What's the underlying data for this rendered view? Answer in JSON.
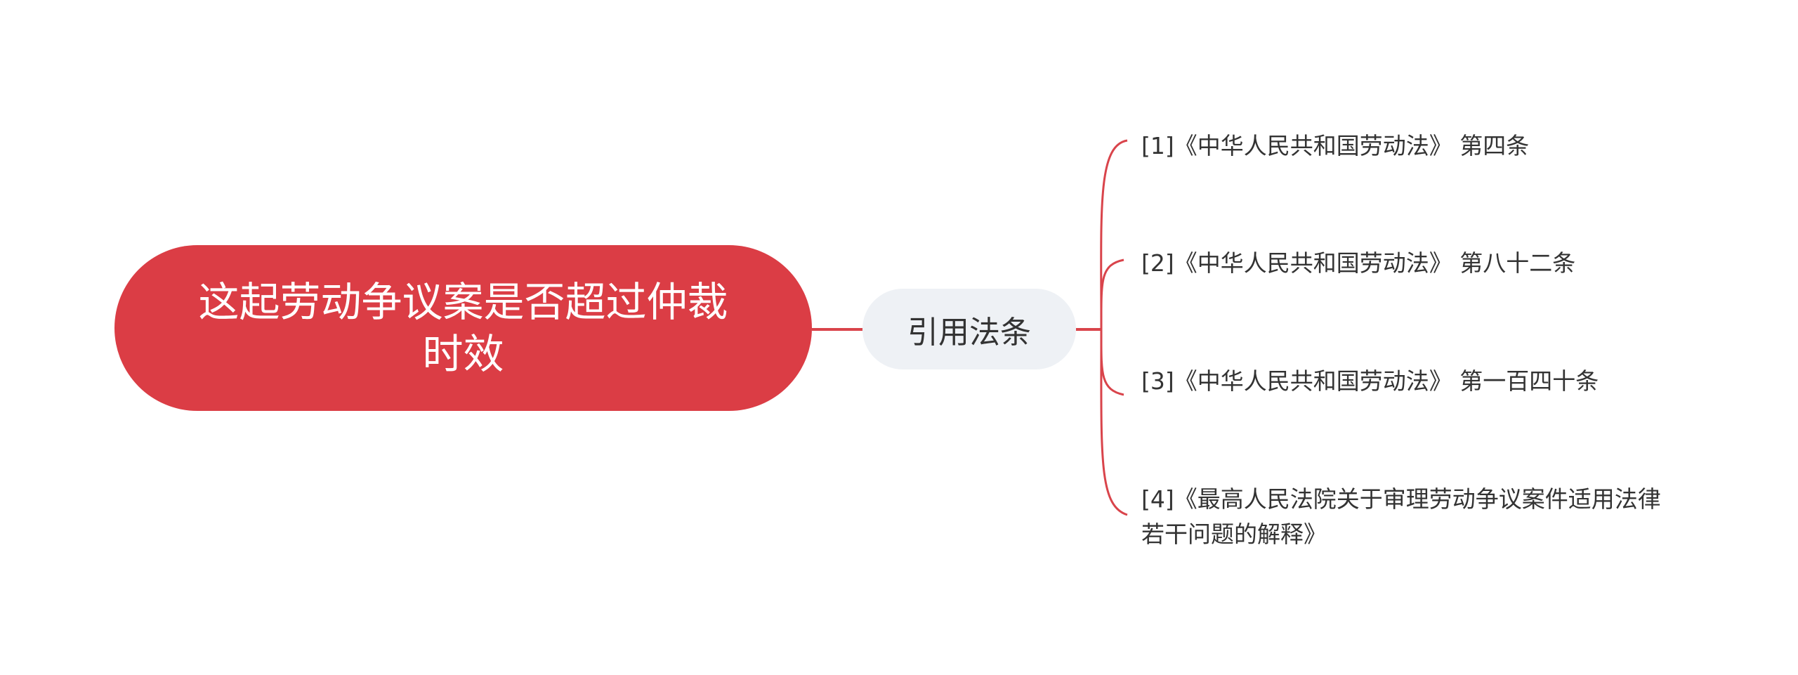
{
  "colors": {
    "root": "#db3d45",
    "line": "#d9444b",
    "sub_bg": "#eef1f5"
  },
  "root": {
    "label": "这起劳动争议案是否超过仲裁时效"
  },
  "sub": {
    "label": "引用法条"
  },
  "leaves": [
    {
      "label": "[1]《中华人民共和国劳动法》 第四条"
    },
    {
      "label": "[2]《中华人民共和国劳动法》 第八十二条"
    },
    {
      "label": "[3]《中华人民共和国劳动法》 第一百四十条"
    },
    {
      "label": "[4]《最高人民法院关于审理劳动争议案件适用法律若干问题的解释》"
    }
  ]
}
